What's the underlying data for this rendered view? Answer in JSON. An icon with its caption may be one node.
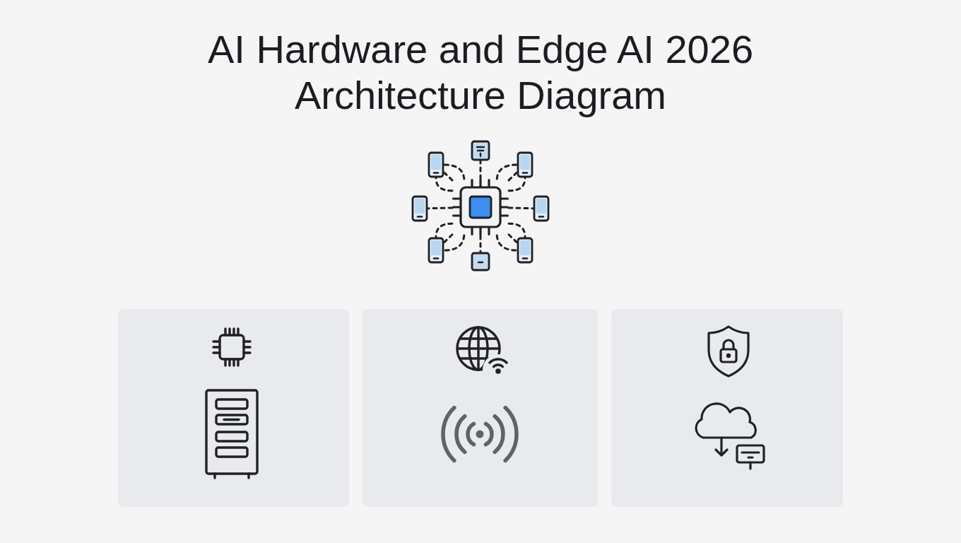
{
  "diagram": {
    "title": "AI Hardware and Edge AI 2026 Architecture Diagram",
    "nodes": [
      {
        "text": [],
        "shape": "picture"
      },
      {
        "text": [],
        "shape": "picture"
      },
      {
        "text": [],
        "shape": "picture"
      },
      {
        "text": [],
        "shape": "picture"
      },
      {
        "text": [],
        "shape": "picture"
      },
      {
        "text": [],
        "shape": "picture"
      },
      {
        "text": [],
        "shape": "picture"
      },
      {
        "text": [],
        "shape": "picture"
      },
      {
        "text": [],
        "shape": "picture"
      },
      {
        "text": [],
        "shape": "box"
      },
      {
        "text": [],
        "shape": "chip",
        "in": 9
      },
      {
        "text": [],
        "shape": "picture",
        "in": 9
      },
      {
        "text": [],
        "shape": "box"
      },
      {
        "text": [],
        "shape": "picture",
        "in": 12
      },
      {
        "text": [],
        "shape": "signal",
        "in": 12
      },
      {
        "text": [],
        "shape": "box"
      },
      {
        "text": [],
        "shape": "picture",
        "in": 15
      },
      {
        "text": [],
        "shape": "picture",
        "in": 15
      }
    ],
    "edges": [
      {
        "from": 4,
        "to": 0,
        "arrow": "none",
        "style": "dashed"
      },
      {
        "from": 4,
        "to": 1,
        "arrow": "none",
        "style": "dashed"
      },
      {
        "from": 4,
        "to": 1,
        "arrow": "none",
        "style": "dashed"
      },
      {
        "from": 4,
        "to": 1,
        "arrow": "none",
        "style": "dashed"
      },
      {
        "from": 4,
        "to": 2,
        "arrow": "none",
        "style": "dashed"
      },
      {
        "from": 4,
        "to": 2,
        "arrow": "none",
        "style": "dashed"
      },
      {
        "from": 4,
        "to": 2,
        "arrow": "none",
        "style": "dashed"
      },
      {
        "from": 4,
        "to": 3,
        "arrow": "none",
        "style": "dashed"
      },
      {
        "from": 4,
        "to": 5,
        "arrow": "none",
        "style": "dashed"
      },
      {
        "from": 4,
        "to": 6,
        "arrow": "none",
        "style": "dashed"
      },
      {
        "from": 4,
        "to": 6,
        "arrow": "none",
        "style": "dashed"
      },
      {
        "from": 4,
        "to": 6,
        "arrow": "none",
        "style": "dashed"
      },
      {
        "from": 4,
        "to": 7,
        "arrow": "none",
        "style": "dashed"
      },
      {
        "from": 4,
        "to": 7,
        "arrow": "none",
        "style": "dashed"
      },
      {
        "from": 4,
        "to": 7,
        "arrow": "none",
        "style": "dashed"
      },
      {
        "from": 4,
        "to": 8,
        "arrow": "none",
        "style": "dashed"
      }
    ]
  }
}
